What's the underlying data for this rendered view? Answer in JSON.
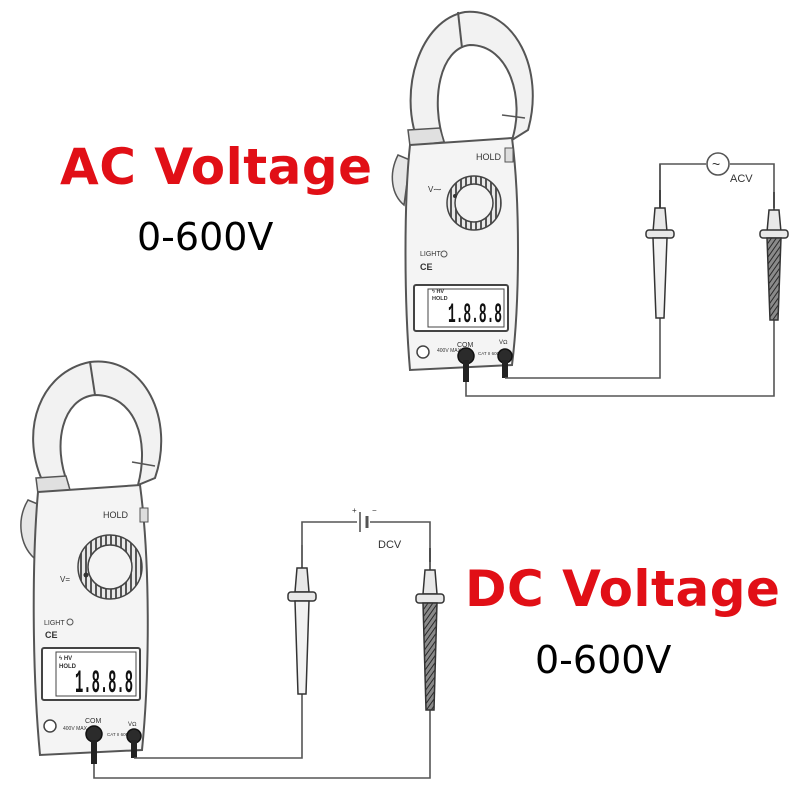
{
  "colors": {
    "title": "#e10f16",
    "line": "#555555",
    "body": "#f4f4f4"
  },
  "ac": {
    "title": "AC Voltage",
    "range": "0-600V",
    "source_label": "ACV",
    "source_symbol": "~",
    "meter": {
      "hold": "HOLD",
      "light": "LIGHT",
      "ce": "CE",
      "display": "1.8.8.8",
      "display_flags": [
        "ϟ HV",
        "HOLD"
      ],
      "com": "COM",
      "vo": "VΩ",
      "warn_left": "400V MAX",
      "cat": "CAT II 600V",
      "dial_mark": "V⁓"
    }
  },
  "dc": {
    "title": "DC Voltage",
    "range": "0-600V",
    "source_label": "DCV",
    "source_plus": "+",
    "source_minus": "−",
    "meter": {
      "hold": "HOLD",
      "light": "LIGHT",
      "ce": "CE",
      "display": "1.8.8.8",
      "display_flags": [
        "ϟ HV",
        "HOLD"
      ],
      "com": "COM",
      "vo": "VΩ",
      "warn_left": "400V MAX",
      "cat": "CAT II 600V",
      "dial_mark": "V="
    }
  }
}
